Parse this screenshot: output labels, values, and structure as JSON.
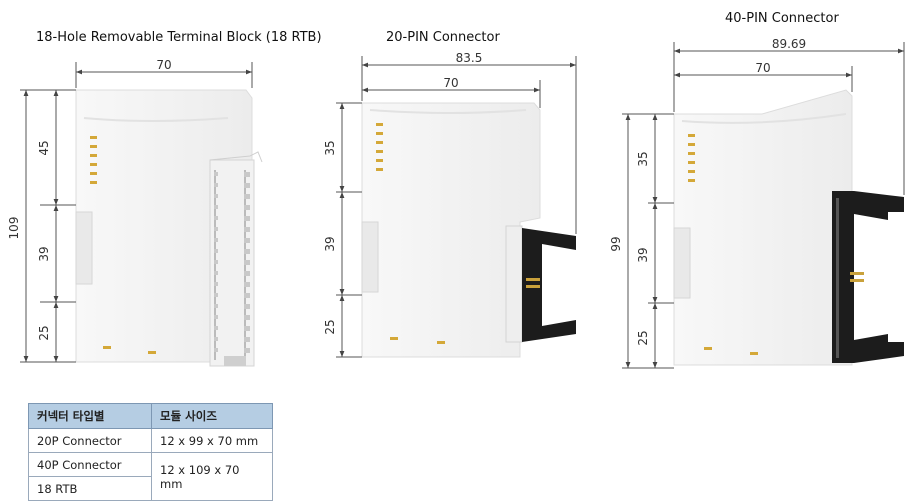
{
  "titles": {
    "rtb": "18-Hole Removable Terminal Block (18 RTB)",
    "pin20": "20-PIN Connector",
    "pin40": "40-PIN Connector"
  },
  "dims": {
    "rtb": {
      "width": "70",
      "height": "109",
      "seg_top": "45",
      "seg_mid": "39",
      "seg_bot": "25"
    },
    "pin20": {
      "overall": "83.5",
      "width": "70",
      "seg_top": "35",
      "seg_mid": "39",
      "seg_bot": "25"
    },
    "pin40": {
      "overall": "89.69",
      "width": "70",
      "height": "99",
      "seg_top": "35",
      "seg_mid": "39",
      "seg_bot": "25"
    }
  },
  "table": {
    "headers": [
      "커넥터 타입별",
      "모듈 사이즈"
    ],
    "rows": [
      {
        "type": "20P Connector",
        "size": "12 x 99 x 70 mm"
      },
      {
        "type": "40P Connector",
        "size": "12 x 109 x 70 mm"
      },
      {
        "type": "18 RTB",
        "size": ""
      }
    ]
  },
  "colors": {
    "module_body": "#f4f4f4",
    "connector": "#1c1c1c",
    "led": "#d4a838",
    "table_header": "#b5cde3"
  }
}
